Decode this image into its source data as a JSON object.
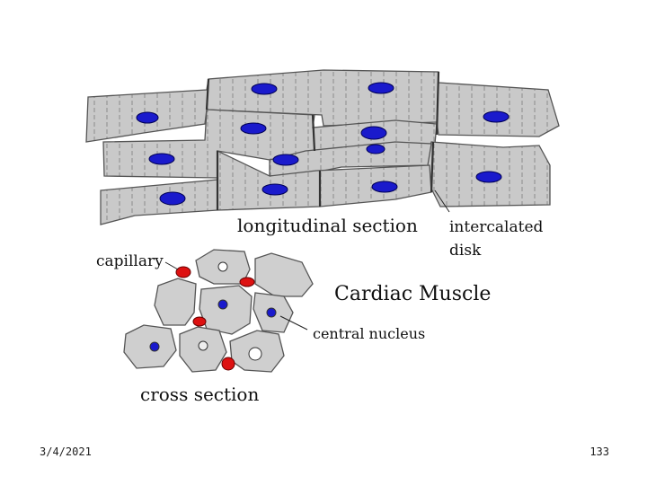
{
  "diagram": {
    "title": "Cardiac Muscle",
    "labels": {
      "longitudinal": "longitudinal section",
      "intercalated_line1": "intercalated",
      "intercalated_line2": "disk",
      "capillary": "capillary",
      "central_nucleus": "central nucleus",
      "cross": "cross section"
    },
    "colors": {
      "cell_fill": "#c8c8c8",
      "cell_stroke": "#555555",
      "nucleus": "#1a1acc",
      "capillary": "#dd1111",
      "cross_cell_fill": "#cfcfcf"
    }
  },
  "footer": {
    "date": "3/4/2021",
    "page": "133"
  }
}
